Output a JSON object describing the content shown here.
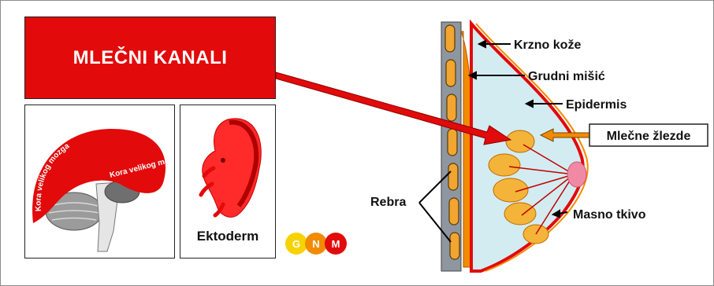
{
  "title": "MLEČNI KANALI",
  "brain": {
    "cortex_label": "Kora velikog mozga"
  },
  "embryo": {
    "label": "Ektoderm"
  },
  "logo": {
    "letters": [
      "G",
      "N",
      "M"
    ],
    "colors": [
      "#f6d300",
      "#f28b00",
      "#e20a0a"
    ]
  },
  "breast": {
    "labels": {
      "skin": "Krzno kože",
      "muscle": "Grudni mišić",
      "epidermis": "Epidermis",
      "glands": "Mlečne žlezde",
      "ribs": "Rebra",
      "fat": "Masno tkivo"
    }
  },
  "colors": {
    "accent_red": "#e20a0a",
    "orange": "#f28b00",
    "tissue_blue": "#d2ecf2"
  }
}
